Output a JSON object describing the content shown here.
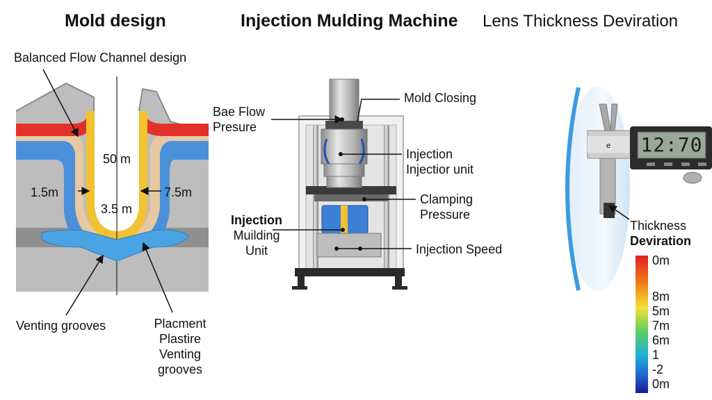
{
  "titles": {
    "mold_design": "Mold design",
    "machine": "Injection Mulding Machine",
    "thickness": "Lens Thickness Deviration"
  },
  "mold": {
    "balanced_flow": "Balanced Flow Channel design",
    "dim_50": "50 m",
    "dim_1_5": "1.5m",
    "dim_7_5": "7.5m",
    "dim_3_5": "3.5 m",
    "venting_left": "Venting grooves",
    "placement": [
      "Placment",
      "Plastire",
      "Venting",
      "grooves"
    ]
  },
  "machine": {
    "bae_flow": [
      "Bae Flow",
      "Presure"
    ],
    "mold_closing": "Mold Closing",
    "injection": [
      "Injection",
      "Injectior unit"
    ],
    "clamping": [
      "Clamping",
      "Pressure"
    ],
    "mulding_unit": [
      "Injection",
      "Muilding",
      "Unit"
    ],
    "injection_speed": "Injection Speed"
  },
  "lens": {
    "caliper_reading": "12:70",
    "caliper_mark": "e",
    "thickness_label": [
      "Thickness",
      "Deviration"
    ],
    "legend": [
      "0m",
      "8m",
      "5m",
      "7m",
      "6m",
      "1",
      "-2",
      "0m"
    ]
  }
}
